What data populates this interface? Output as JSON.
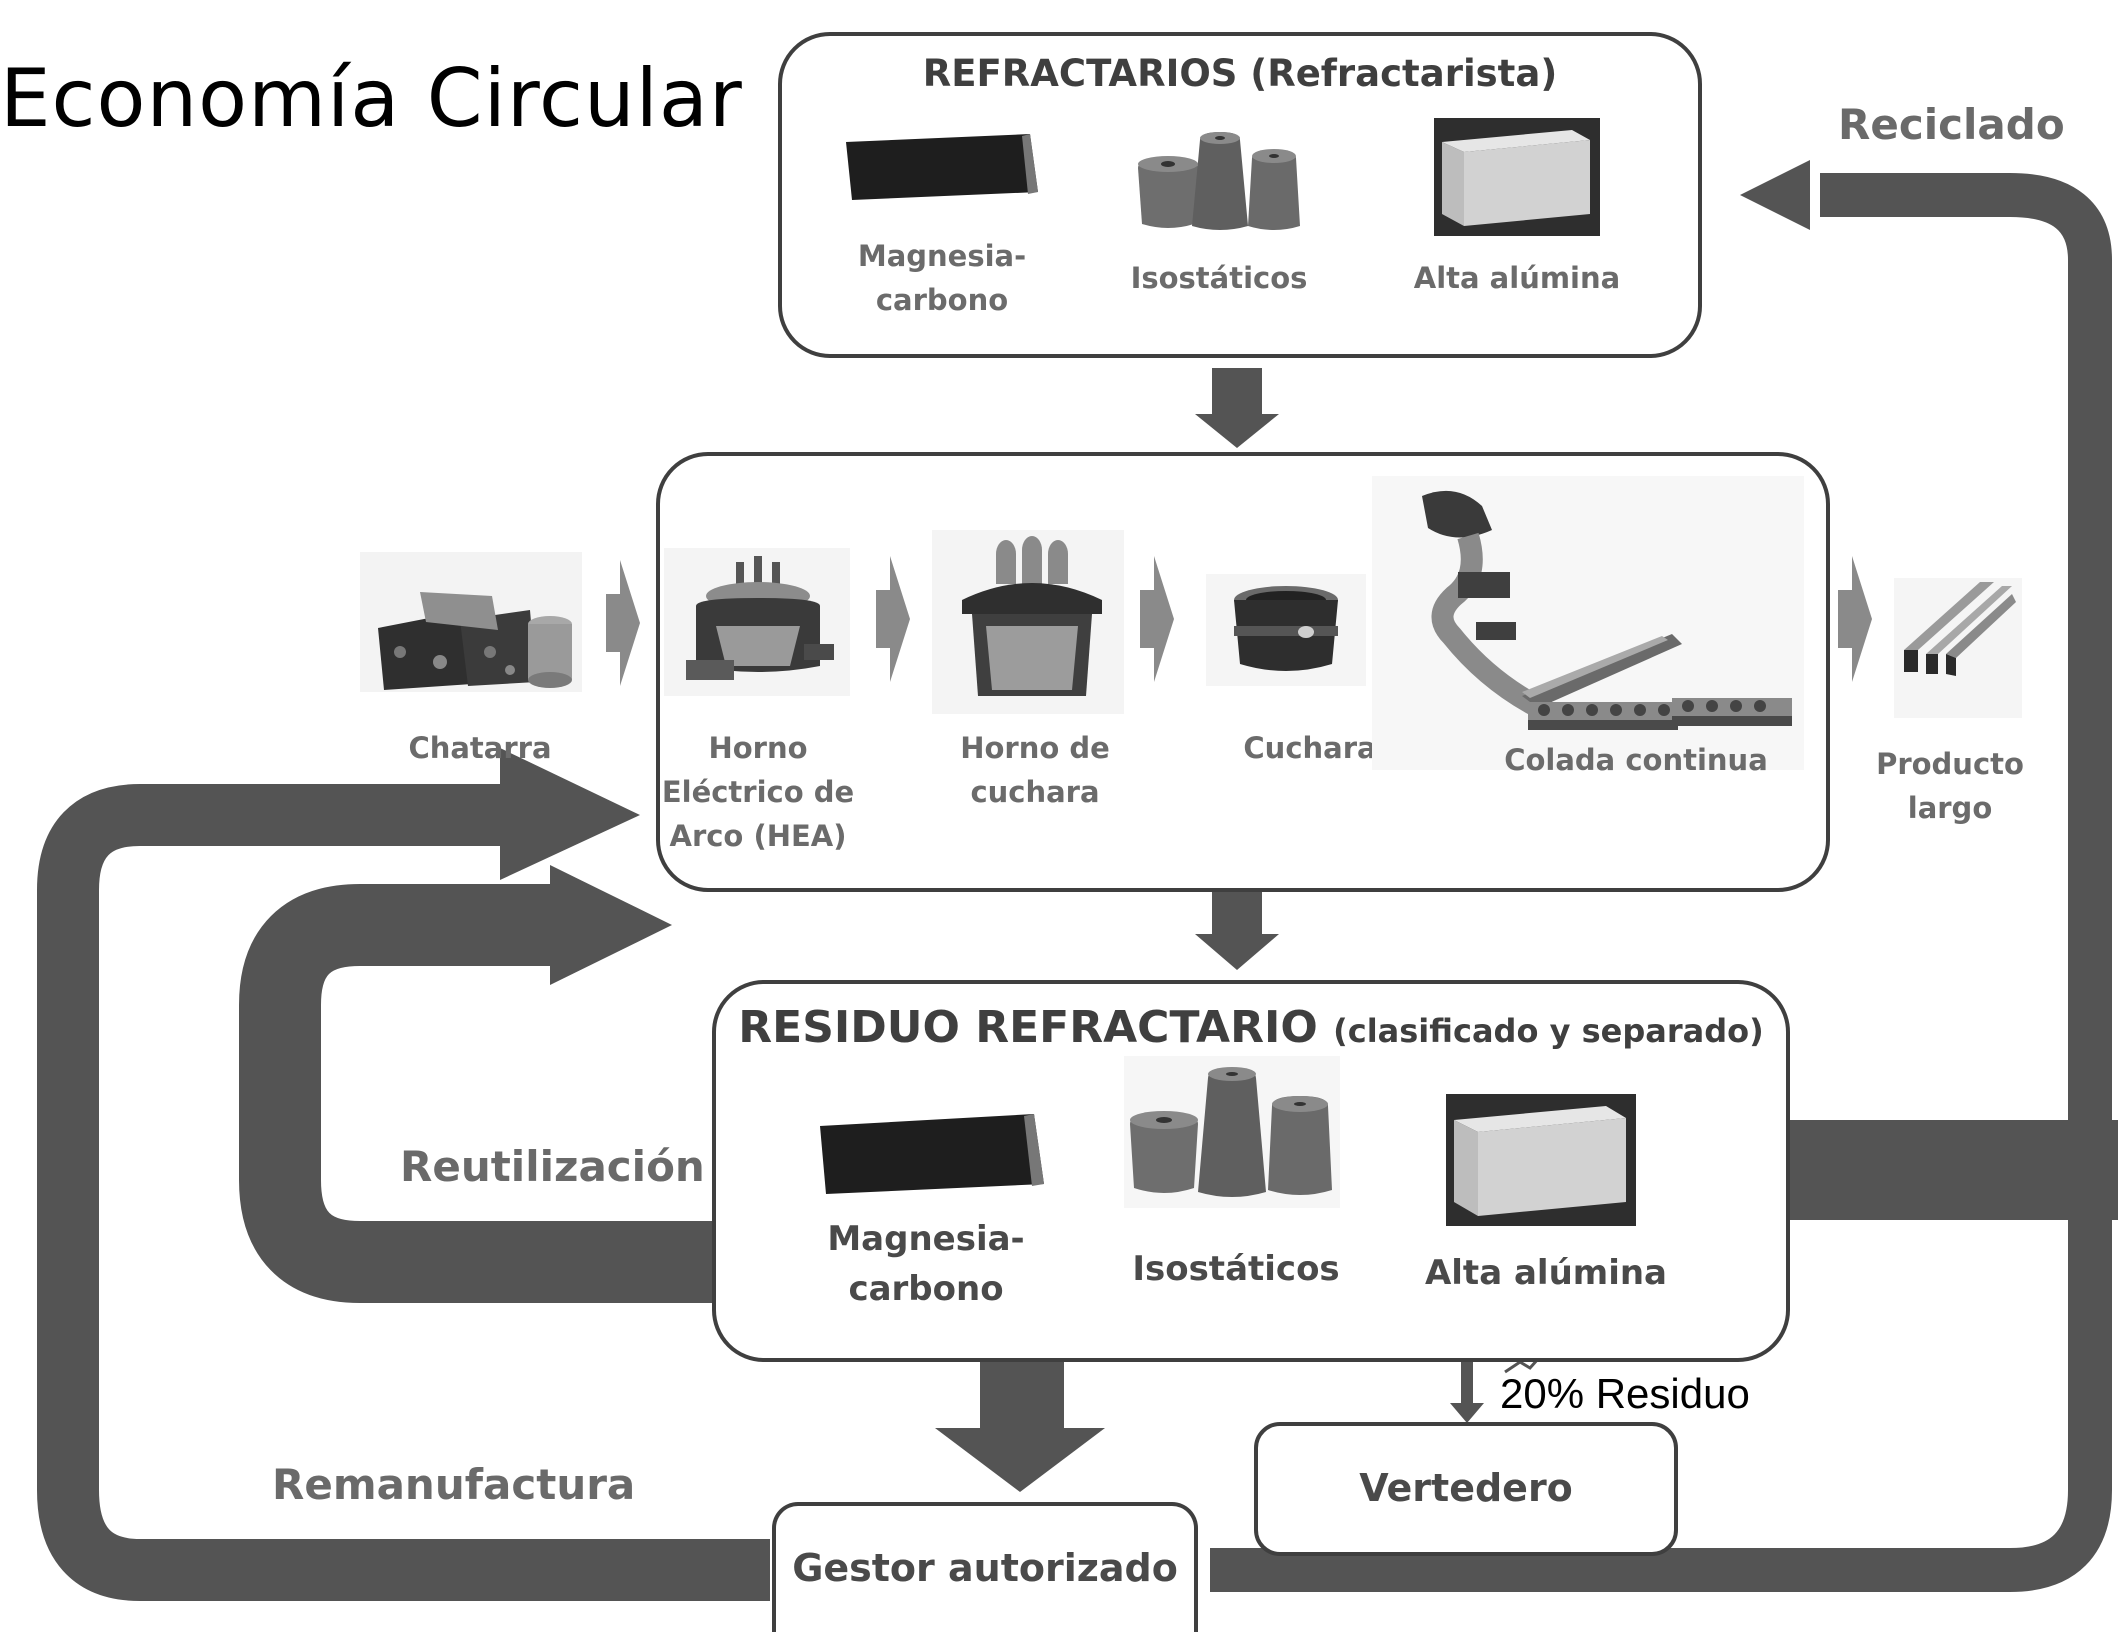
{
  "title": "Economía Circular",
  "top_box": {
    "title": "REFRACTARIOS (Refractarista)",
    "items": [
      {
        "label": "Magnesia-\ncarbono",
        "icon": "magnesia-carbon-brick-icon"
      },
      {
        "label": "Isostáticos",
        "icon": "isostatic-parts-icon"
      },
      {
        "label": "Alta alúmina",
        "icon": "high-alumina-brick-icon"
      }
    ]
  },
  "process": {
    "outside_left": {
      "label": "Chatarra",
      "icon": "scrap-icon"
    },
    "steps": [
      {
        "label": "Horno\nEléctrico de\nArco (HEA)",
        "icon": "electric-arc-furnace-icon"
      },
      {
        "label": "Horno de\ncuchara",
        "icon": "ladle-furnace-icon"
      },
      {
        "label": "Cuchara",
        "icon": "ladle-icon"
      },
      {
        "label": "Colada continua",
        "icon": "continuous-casting-icon"
      }
    ],
    "outside_right": {
      "label": "Producto\nlargo",
      "icon": "long-product-icon"
    }
  },
  "waste_box": {
    "title_main": "RESIDUO REFRACTARIO",
    "title_sub": "(clasificado y separado)",
    "items": [
      {
        "label": "Magnesia-\ncarbono",
        "icon": "magnesia-carbon-brick-icon"
      },
      {
        "label": "Isostáticos",
        "icon": "isostatic-parts-icon"
      },
      {
        "label": "Alta alúmina",
        "icon": "high-alumina-brick-icon"
      }
    ]
  },
  "flows": {
    "reciclado": "Reciclado",
    "reutilizacion": "Reutilización",
    "remanufactura": "Remanufactura",
    "residue": "20% Residuo"
  },
  "vertedero": "Vertedero",
  "gestor": "Gestor autorizado",
  "colors": {
    "arrow": "#545454",
    "small_arrow": "#8a8a8a",
    "border": "#3f3f3f"
  }
}
